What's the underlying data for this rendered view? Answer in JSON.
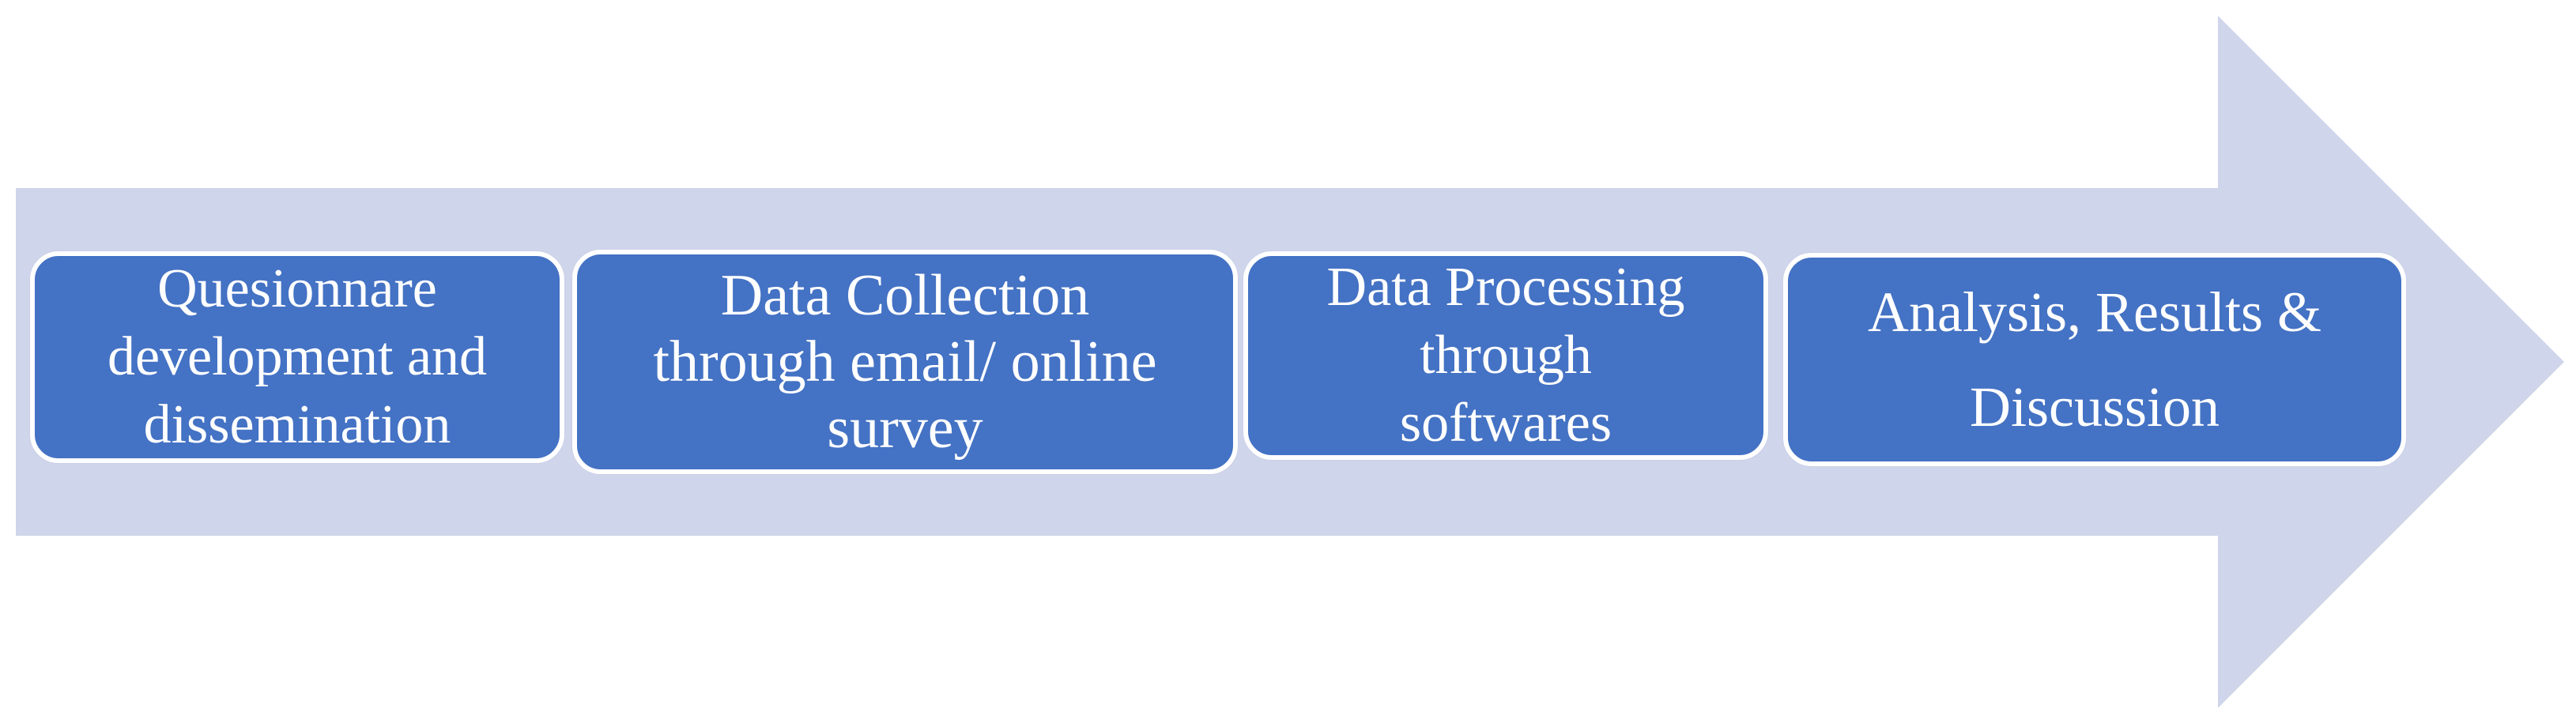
{
  "diagram": {
    "colors": {
      "arrow": "#cfd5ea",
      "box_fill": "#4472c4",
      "box_border": "#ffffff",
      "text": "#ffffff"
    },
    "steps": [
      {
        "label": "Quesionnare\ndevelopment and\ndissemination"
      },
      {
        "label": "Data Collection\nthrough email/ online\nsurvey"
      },
      {
        "label": "Data Processing\nthrough\nsoftwares"
      },
      {
        "label": "Analysis, Results &\nDiscussion"
      }
    ]
  }
}
